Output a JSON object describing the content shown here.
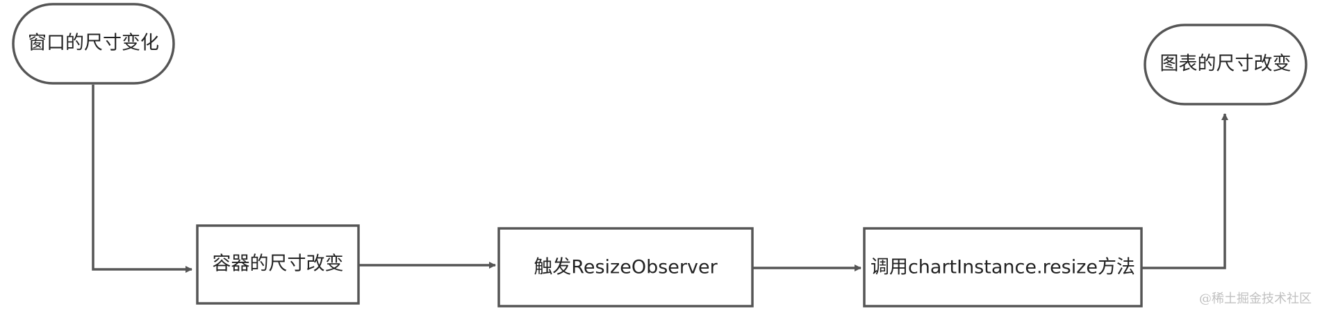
{
  "nodes": {
    "start": "窗口的尺寸变化",
    "container": "容器的尺寸改变",
    "observer": "触发ResizeObserver",
    "resize_call": "调用chartInstance.resize方法",
    "end": "图表的尺寸改变"
  },
  "watermark": "@稀土掘金技术社区",
  "colors": {
    "stroke": "#555555",
    "text": "#222222",
    "watermark": "#c0c0c0"
  }
}
